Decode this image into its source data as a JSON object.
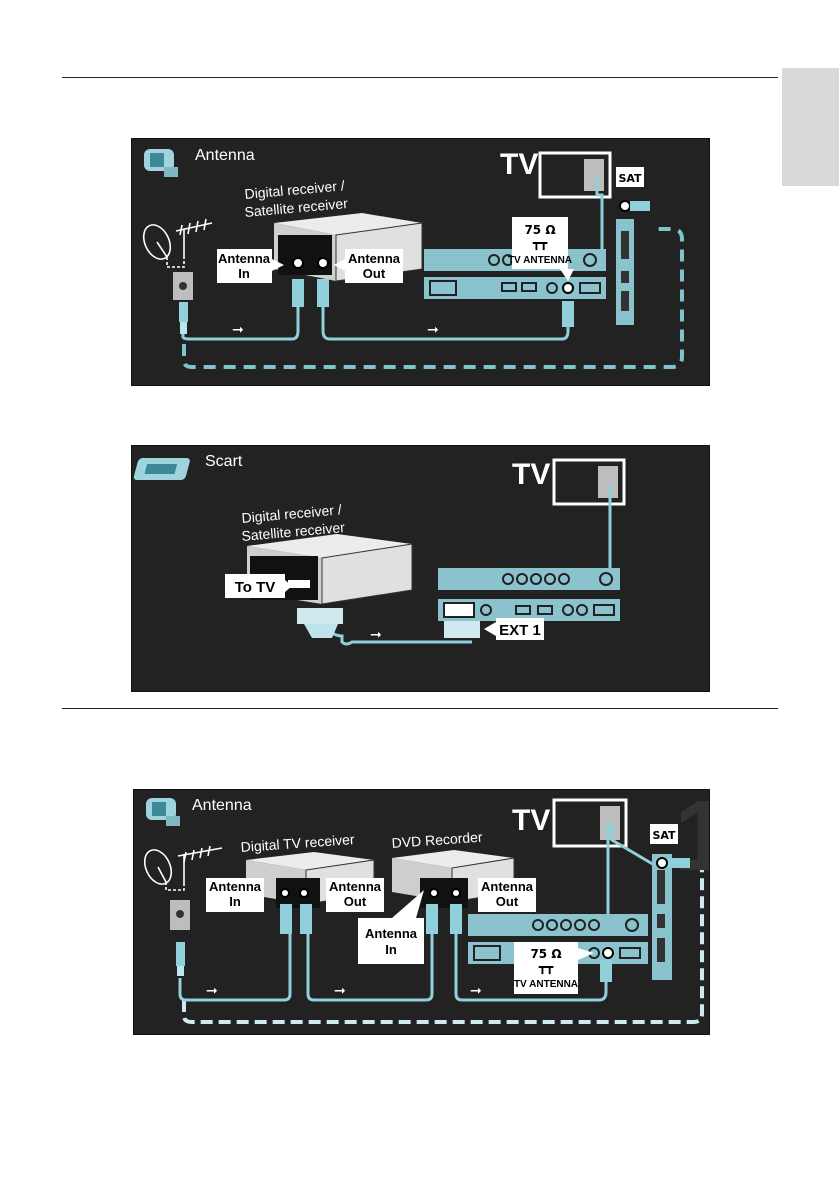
{
  "diagrams": [
    {
      "heading": "Antenna",
      "tv": "TV",
      "receiver": "Digital receiver /",
      "receiver2": "Satellite receiver",
      "antenna_in": "Antenna",
      "antenna_in2": "In",
      "antenna_out": "Antenna",
      "antenna_out2": "Out",
      "ohm": "75 Ω",
      "tv_antenna": "TV ANTENNA",
      "sat": "SAT"
    },
    {
      "heading": "Scart",
      "tv": "TV",
      "receiver": "Digital receiver /",
      "receiver2": "Satellite receiver",
      "to_tv": "To TV",
      "ext": "EXT 1"
    },
    {
      "heading": "Antenna",
      "tv": "TV",
      "receiver": "Digital TV receiver",
      "recorder": "DVD Recorder",
      "antenna_in": "Antenna",
      "antenna_in2": "In",
      "antenna_out": "Antenna",
      "antenna_out2": "Out",
      "rec_in": "Antenna",
      "rec_in2": "In",
      "rec_out": "Antenna",
      "rec_out2": "Out",
      "ohm": "75 Ω",
      "tv_antenna": "TV ANTENNA",
      "sat": "SAT",
      "watermark": "1"
    }
  ]
}
